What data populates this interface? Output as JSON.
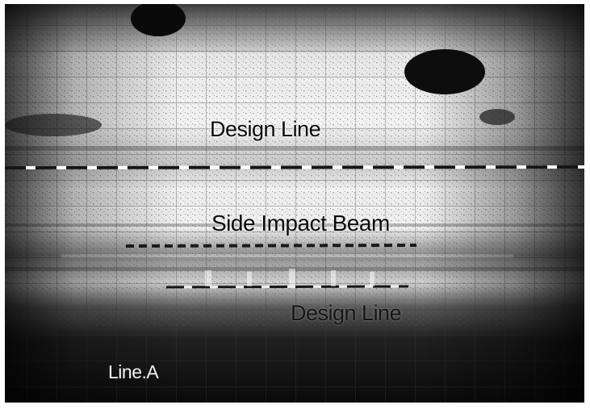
{
  "labels": {
    "design_line_top": "Design Line",
    "side_impact_beam": "Side Impact Beam",
    "design_line_bottom": "Design Line",
    "line_a": "Line.A"
  },
  "colors": {
    "background": "#0c0c0c",
    "highlight": "#f4f4f4",
    "grid": "#2a2a2a",
    "dash": "#1a1a1a",
    "frame": "#ffffff"
  }
}
